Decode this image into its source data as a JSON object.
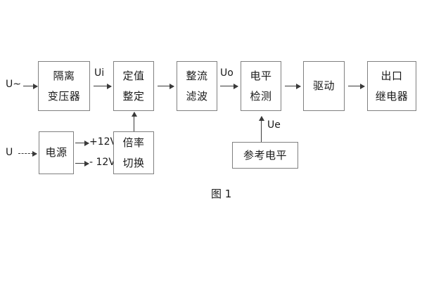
{
  "figure": {
    "caption": "图 1",
    "background_color": "#ffffff",
    "box_border_color": "#808080",
    "line_color": "#3a3a3a",
    "text_color": "#1a1a1a"
  },
  "inputs": {
    "ac_source_label": "U~",
    "dc_source_label": "U"
  },
  "signals": {
    "ui": "Ui",
    "uo": "Uo",
    "ue": "Ue",
    "pos_supply": "+12V",
    "neg_supply": "- 12V"
  },
  "blocks": [
    {
      "id": "isolation-transformer",
      "line1": "隔离",
      "line2": "变压器"
    },
    {
      "id": "setpoint-setting",
      "line1": "定值",
      "line2": "整定"
    },
    {
      "id": "rectify-filter",
      "line1": "整流",
      "line2": "滤波"
    },
    {
      "id": "level-detection",
      "line1": "电平",
      "line2": "检测"
    },
    {
      "id": "drive",
      "line1": "驱动",
      "line2": ""
    },
    {
      "id": "output-relay",
      "line1": "出口",
      "line2": "继电器"
    },
    {
      "id": "power-supply",
      "line1": "电源",
      "line2": ""
    },
    {
      "id": "multiplier-switch",
      "line1": "倍率",
      "line2": "切换"
    },
    {
      "id": "reference-level",
      "line1": "参考电平",
      "line2": ""
    }
  ]
}
